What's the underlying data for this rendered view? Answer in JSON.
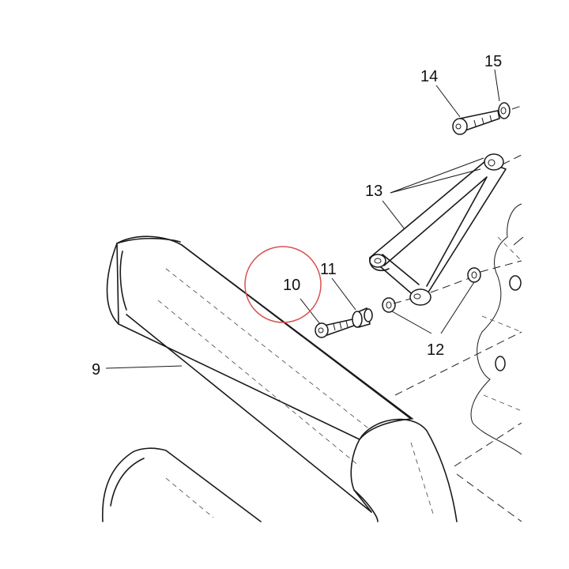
{
  "diagram": {
    "callouts": [
      {
        "id": "9",
        "text": "9"
      },
      {
        "id": "10",
        "text": "10"
      },
      {
        "id": "11",
        "text": "11"
      },
      {
        "id": "12",
        "text": "12"
      },
      {
        "id": "13",
        "text": "13"
      },
      {
        "id": "14",
        "text": "14"
      },
      {
        "id": "15",
        "text": "15"
      }
    ],
    "highlight": {
      "target": "10",
      "color": "#d9534f"
    },
    "line_color": "#1a1a1a",
    "background": "#ffffff"
  }
}
